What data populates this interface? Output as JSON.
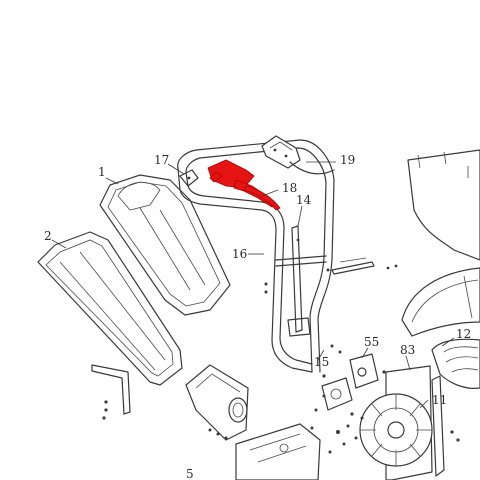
{
  "callouts": {
    "c1": "1",
    "c2": "2",
    "c17": "17",
    "c19": "19",
    "c18": "18",
    "c14": "14",
    "c16": "16",
    "c12": "12",
    "c55": "55",
    "c83": "83",
    "c15": "15",
    "c11": "11",
    "c5x": "5"
  },
  "highlight_color": "#e41414"
}
